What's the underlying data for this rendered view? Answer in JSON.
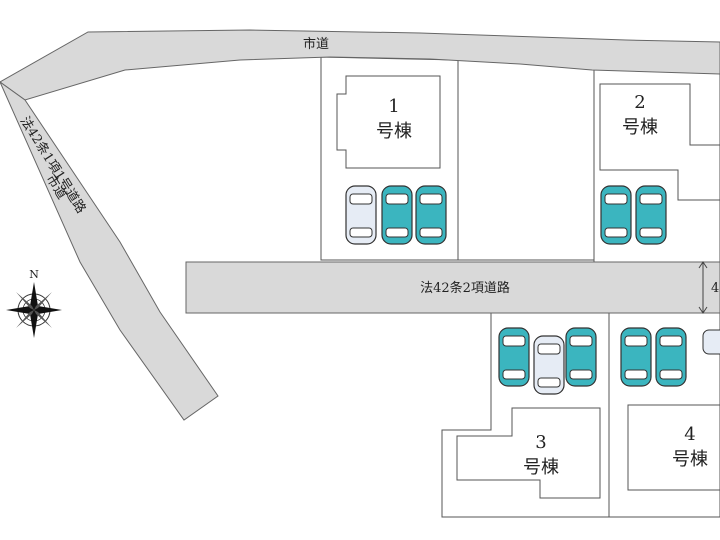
{
  "roads": {
    "top": "市道",
    "left_line1": "法42条1項1号道路",
    "left_line2": "市道",
    "middle": "法42条2項道路",
    "width_label": "4"
  },
  "lots": [
    {
      "number": "1",
      "label": "号棟"
    },
    {
      "number": "2",
      "label": "号棟"
    },
    {
      "number": "3",
      "label": "号棟"
    },
    {
      "number": "4",
      "label": "号棟"
    }
  ],
  "compass": {
    "north": "N"
  },
  "colors": {
    "road": "#d9d9d9",
    "car_teal": "#3bb5bf",
    "car_white": "#e6ecf5",
    "line": "#555555"
  }
}
